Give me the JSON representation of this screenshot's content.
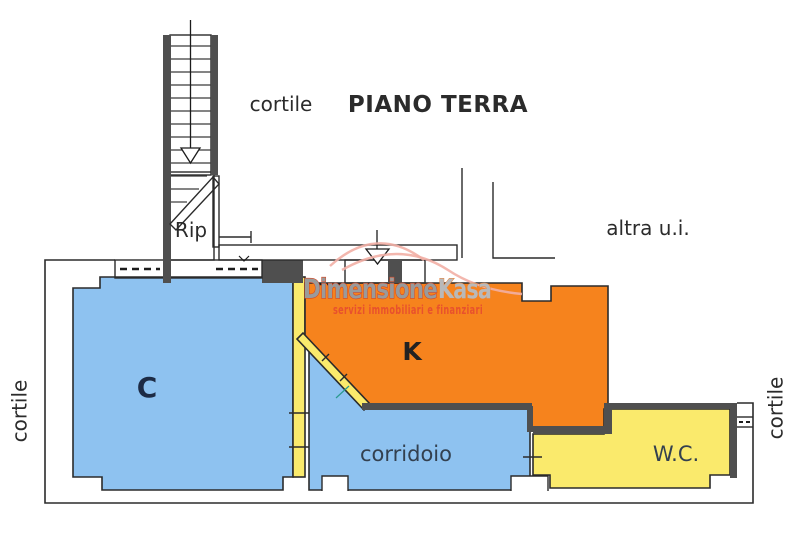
{
  "title": {
    "text": "PIANO TERRA"
  },
  "labels": {
    "cortile_top": "cortile",
    "cortile_left": "cortile",
    "cortile_right": "cortile",
    "altra_ui": "altra u.i.",
    "rip": "Rip",
    "room_c": "C",
    "room_k": "K",
    "corridoio": "corridoio",
    "wc": "W.C."
  },
  "watermark": {
    "brand_part1": "Dimensione",
    "brand_part2": "Kasa",
    "tagline": "servizi immobiliari e finanziari"
  },
  "colors": {
    "room_blue": "#8ec2f0",
    "room_orange": "#f6831d",
    "room_yellow": "#faea6c",
    "wall_dark": "#4f4f4f",
    "line_dark": "#2b2b2b",
    "stair_accent": "#f29b27",
    "rip_wall_accent": "#e8922a",
    "watermark_gray": "#9a9a9a",
    "watermark_light_gray": "#b9b9b9",
    "watermark_red": "#e8512d",
    "watermark_arc_pink": "#f2afa5"
  }
}
